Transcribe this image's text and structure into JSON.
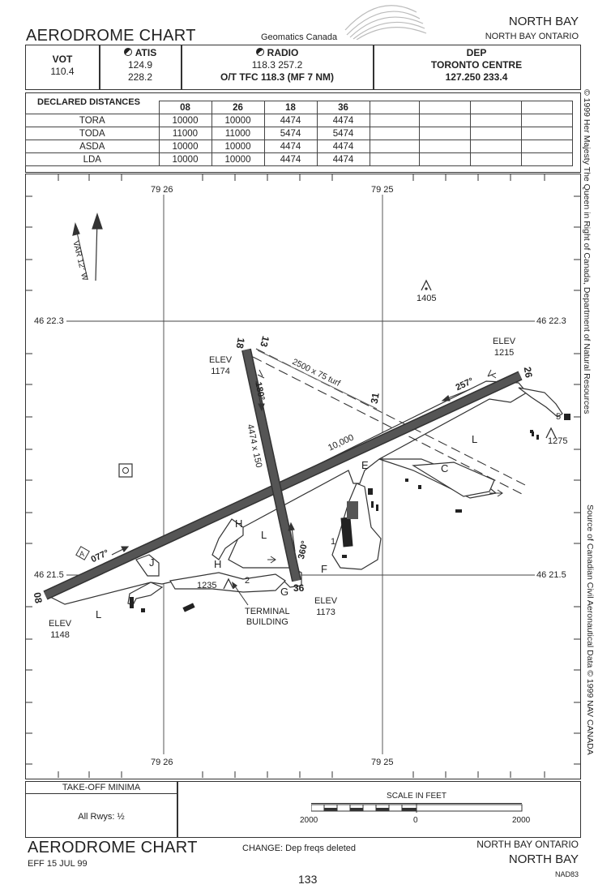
{
  "header": {
    "title": "AERODROME CHART",
    "publisher": "Geomatics Canada",
    "airport": "NORTH BAY",
    "location": "NORTH BAY ONTARIO"
  },
  "frequencies": {
    "vot_label": "VOT",
    "vot_value": "110.4",
    "atis_label": "ATIS",
    "atis_freq1": "124.9",
    "atis_freq2": "228.2",
    "radio_label": "RADIO",
    "radio_freqs": "118.3  257.2",
    "radio_tfc": "O/T TFC  118.3 (MF 7 NM)",
    "dep_label": "DEP",
    "dep_name": "TORONTO CENTRE",
    "dep_freqs": "127.250    233.4"
  },
  "declared_distances": {
    "title": "DECLARED DISTANCES",
    "runways": [
      "08",
      "26",
      "18",
      "36"
    ],
    "rows": [
      {
        "label": "TORA",
        "values": [
          "10000",
          "10000",
          "4474",
          "4474"
        ]
      },
      {
        "label": "TODA",
        "values": [
          "11000",
          "11000",
          "5474",
          "5474"
        ]
      },
      {
        "label": "ASDA",
        "values": [
          "10000",
          "10000",
          "4474",
          "4474"
        ]
      },
      {
        "label": "LDA",
        "values": [
          "10000",
          "10000",
          "4474",
          "4474"
        ]
      }
    ]
  },
  "map": {
    "lon_left": "79 26",
    "lon_right": "79 25",
    "lat_top": "46 22.3",
    "lat_bottom": "46 21.5",
    "variation": "VAR 12° W",
    "obstacle_1405": "1405",
    "obstacle_1275": "1275",
    "elev_label": "ELEV",
    "elev_1215": "1215",
    "elev_1174": "1174",
    "elev_1173": "1173",
    "elev_1148": "1148",
    "elev_1235": "1235",
    "rwy_08": "08",
    "rwy_26": "26",
    "rwy_18": "18",
    "rwy_36": "36",
    "rwy_13": "13",
    "rwy_31": "31",
    "hdg_077": "077°",
    "hdg_257": "257°",
    "hdg_180": "180°",
    "hdg_360": "360°",
    "rwy_length_main": "10,000",
    "rwy_dims_cross": "4474 x 150",
    "turf_strip": "2500 x 75  turf",
    "twy_labels": [
      "C",
      "E",
      "F",
      "G",
      "H",
      "H",
      "J",
      "L",
      "L",
      "L",
      "1",
      "2",
      "5"
    ],
    "terminal_line1": "TERMINAL",
    "terminal_line2": "BUILDING"
  },
  "minima": {
    "title": "TAKE-OFF MINIMA",
    "value": "All Rwys:  ½"
  },
  "scale": {
    "title": "SCALE IN FEET",
    "left": "2000",
    "mid": "0",
    "right": "2000"
  },
  "footer": {
    "title": "AERODROME CHART",
    "effective": "EFF 15 JUL 99",
    "change": "CHANGE: Dep freqs deleted",
    "location": "NORTH BAY  ONTARIO",
    "airport": "NORTH BAY",
    "datum": "NAD83",
    "page": "133"
  },
  "side_notes": {
    "copyright": "© 1999 Her Majesty The Queen in Right of Canada, Department of Natural Resources",
    "source": "Source of Canadian Civil Aeronautical Data © 1999 NAV CANADA"
  }
}
